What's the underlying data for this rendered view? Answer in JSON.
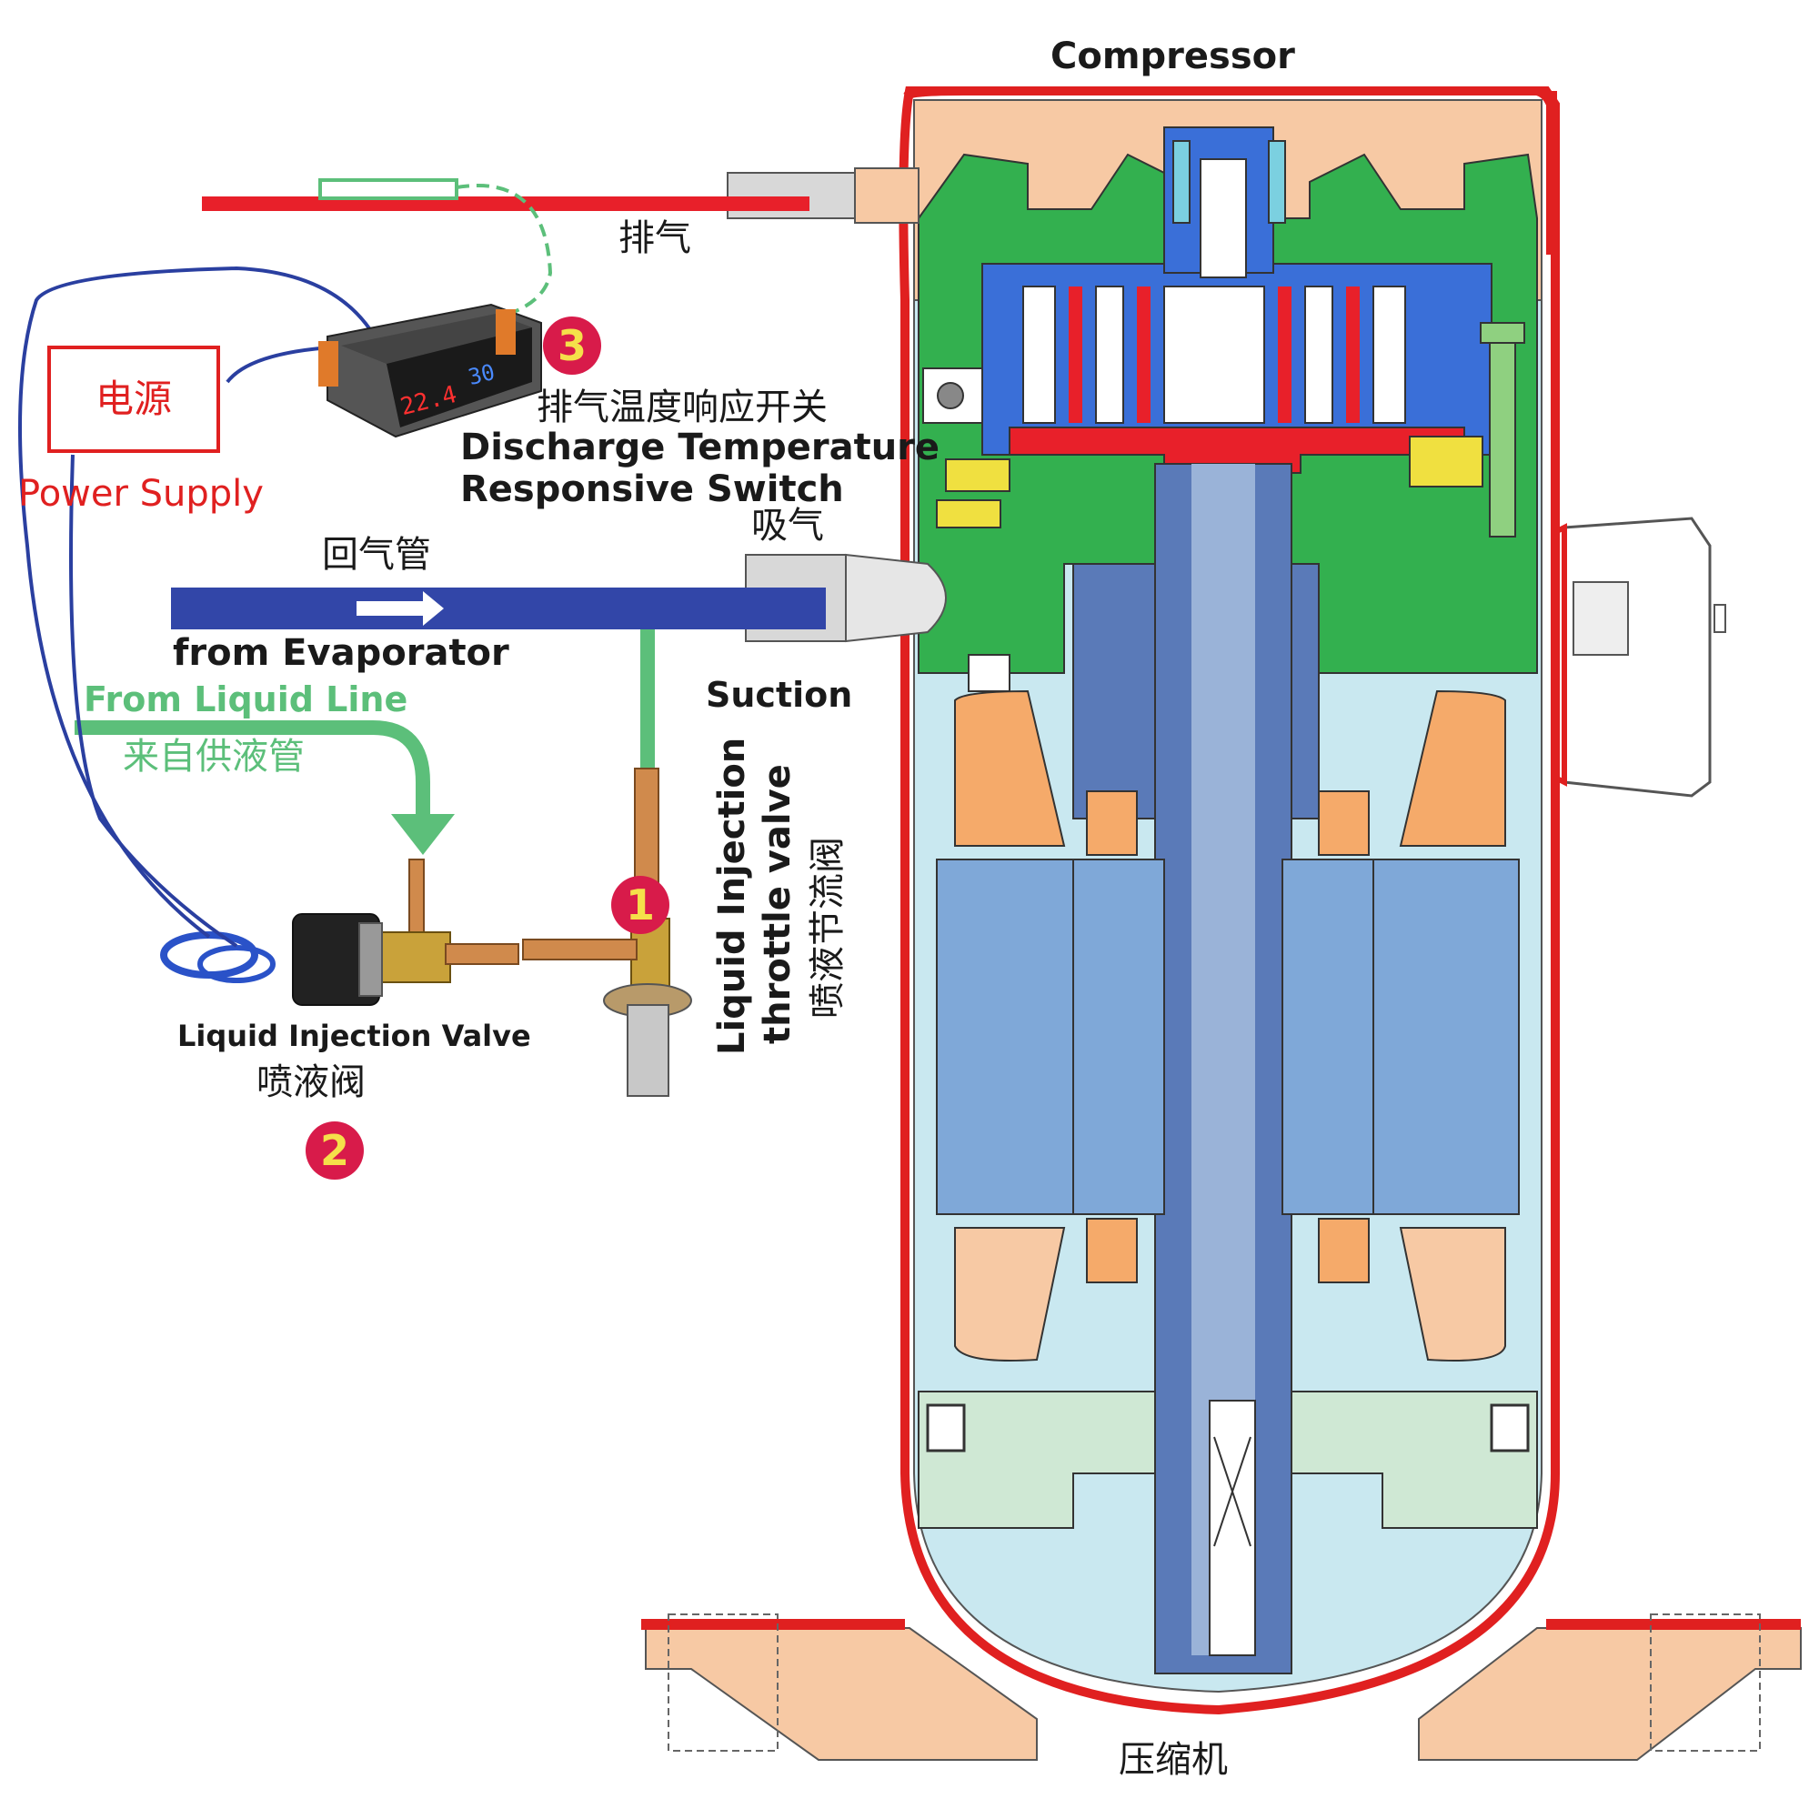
{
  "labels": {
    "compressor_en": "Compressor",
    "compressor_cn": "压缩机",
    "discharge_cn": "排气",
    "switch_cn": "排气温度响应开关",
    "switch_en_1": "Discharge Temperature",
    "switch_en_2": "Responsive Switch",
    "suction_cn": "吸气",
    "suction_en": "Suction",
    "return_pipe_cn": "回气管",
    "from_evaporator": "from Evaporator",
    "from_liquid_line": "From Liquid Line",
    "liquid_supply_cn": "来自供液管",
    "power_cn": "电源",
    "power_en": "Power Supply",
    "injection_valve_en": "Liquid Injection Valve",
    "injection_valve_cn": "喷液阀",
    "throttle_en_1": "Liquid Injection",
    "throttle_en_2": "throttle valve",
    "throttle_cn": "喷液节流阀"
  },
  "badges": {
    "b1": "1",
    "b2": "2",
    "b3": "3"
  },
  "controller": {
    "display_left": "22.4",
    "display_right": "30"
  },
  "colors": {
    "discharge_line": "#e8202a",
    "suction_line": "#3246a8",
    "liquid_line": "#5cbf7a",
    "shell": "#e02020",
    "badge": "#d81b4a",
    "badge_text": "#f5e04a"
  }
}
